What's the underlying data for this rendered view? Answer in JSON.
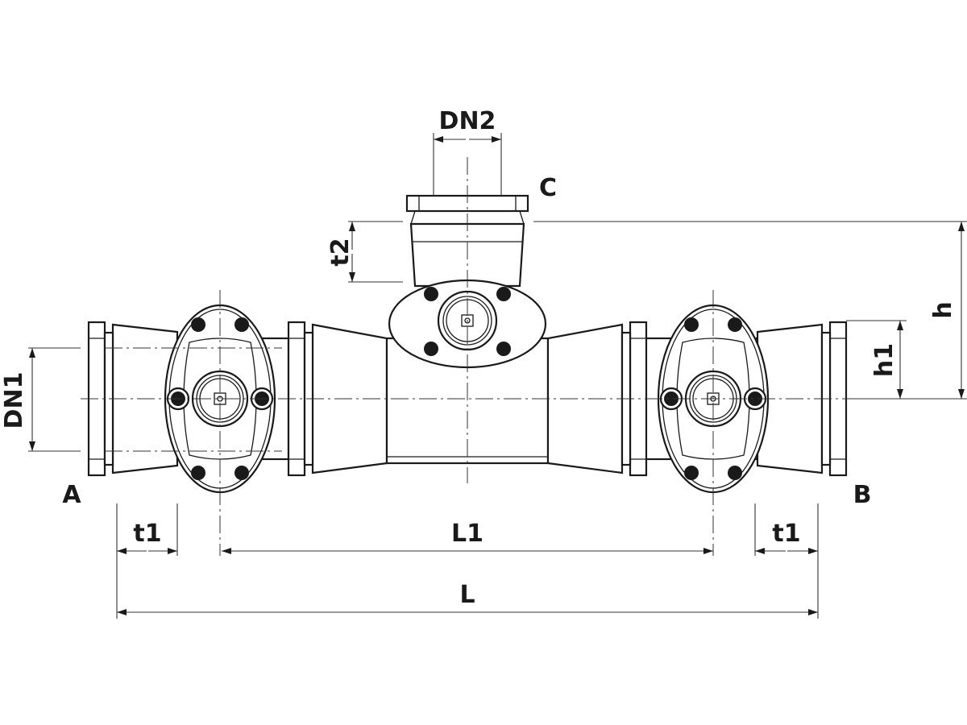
{
  "labels": {
    "dn2": "DN2",
    "c": "C",
    "t2": "t2",
    "h": "h",
    "h1": "h1",
    "dn1": "DN1",
    "a": "A",
    "b": "B",
    "t1_left": "t1",
    "l1": "L1",
    "t1_right": "t1",
    "l": "L"
  },
  "colors": {
    "line": "#1a1a1a",
    "background": "#ffffff"
  }
}
